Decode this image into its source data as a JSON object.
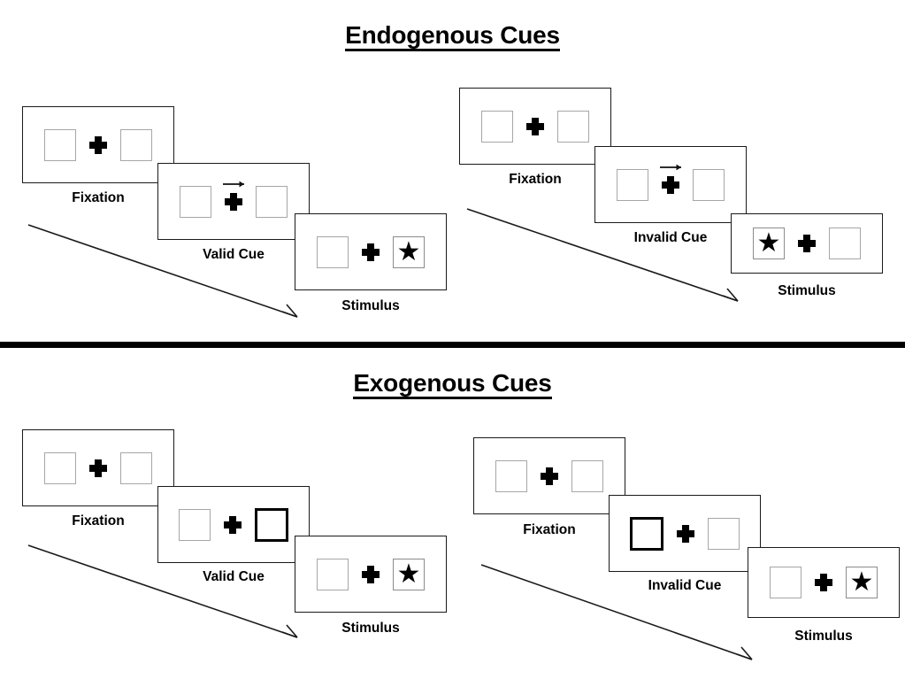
{
  "figure": {
    "background": "#ffffff",
    "box_border_color": "#a6a6a6",
    "cue_border_color": "#000000",
    "panel_border_color": "#1a1a1a",
    "divider_color": "#000000"
  },
  "sections": [
    {
      "id": "endogenous",
      "title": "Endogenous Cues",
      "groups": [
        {
          "id": "endogenous-valid",
          "frames": [
            {
              "label": "Fixation",
              "left_content": "empty",
              "right_content": "empty",
              "cue": "none"
            },
            {
              "label": "Valid Cue",
              "left_content": "empty",
              "right_content": "empty",
              "cue": "arrow-right"
            },
            {
              "label": "Stimulus",
              "left_content": "empty",
              "right_content": "star",
              "cue": "none"
            }
          ]
        },
        {
          "id": "endogenous-invalid",
          "frames": [
            {
              "label": "Fixation",
              "left_content": "empty",
              "right_content": "empty",
              "cue": "none"
            },
            {
              "label": "Invalid Cue",
              "left_content": "empty",
              "right_content": "empty",
              "cue": "arrow-right"
            },
            {
              "label": "Stimulus",
              "left_content": "star",
              "right_content": "empty",
              "cue": "none"
            }
          ]
        }
      ]
    },
    {
      "id": "exogenous",
      "title": "Exogenous Cues",
      "groups": [
        {
          "id": "exogenous-valid",
          "frames": [
            {
              "label": "Fixation",
              "left_content": "empty",
              "right_content": "empty",
              "cue": "none"
            },
            {
              "label": "Valid Cue",
              "left_content": "empty",
              "right_content": "bold-box",
              "cue": "box-flash-right"
            },
            {
              "label": "Stimulus",
              "left_content": "empty",
              "right_content": "star",
              "cue": "none"
            }
          ]
        },
        {
          "id": "exogenous-invalid",
          "frames": [
            {
              "label": "Fixation",
              "left_content": "empty",
              "right_content": "empty",
              "cue": "none"
            },
            {
              "label": "Invalid Cue",
              "left_content": "bold-box",
              "right_content": "empty",
              "cue": "box-flash-left"
            },
            {
              "label": "Stimulus",
              "left_content": "empty",
              "right_content": "star",
              "cue": "none"
            }
          ]
        }
      ]
    }
  ],
  "glyphs": {
    "star": "★",
    "fixation_cross": "plus-cross",
    "directional_cue": "arrow-right-icon",
    "time_flow": "diagonal-arrow-icon"
  }
}
